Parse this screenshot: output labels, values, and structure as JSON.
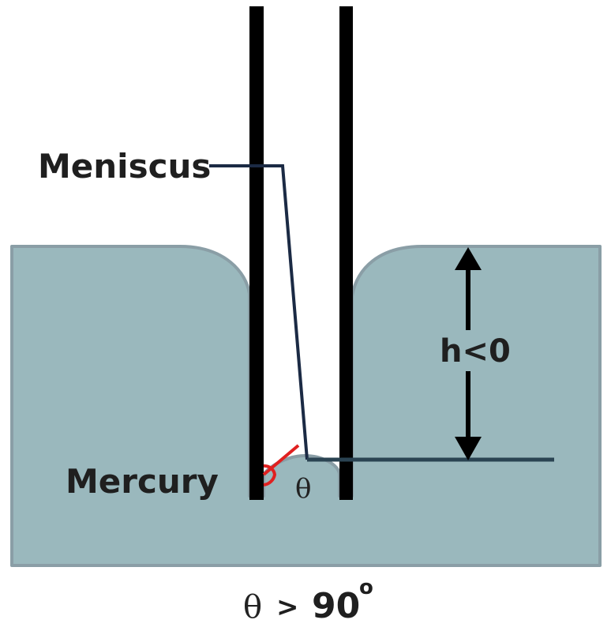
{
  "labels": {
    "meniscus": "Meniscus",
    "mercury": "Mercury",
    "height": "h<0",
    "angle_symbol": "θ",
    "condition_symbol": "θ",
    "condition_operator": ">",
    "condition_value": "90",
    "condition_unit": "o"
  },
  "colors": {
    "liquid_fill": "#9ab8bd",
    "liquid_edge": "#8a9ea6",
    "tube_wall": "#000000",
    "leader_line": "#1b2a44",
    "level_line": "#2a4352",
    "angle_marker": "#e02020",
    "arrow": "#000000"
  }
}
